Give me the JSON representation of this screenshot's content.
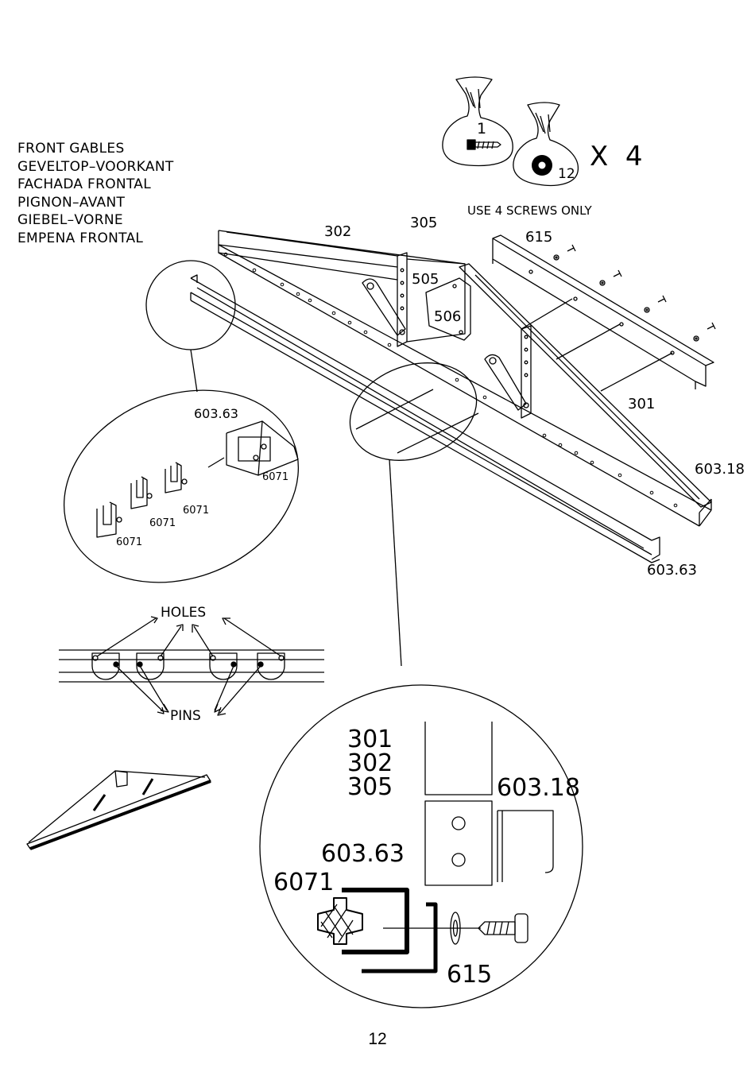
{
  "title_lines": [
    "FRONT GABLES",
    "GEVELTOP–VOORKANT",
    "FACHADA FRONTAL",
    "PIGNON–AVANT",
    "GIEBEL–VORNE",
    "EMPENA FRONTAL"
  ],
  "bags": {
    "bag1_number": "1",
    "bag2_number": "12",
    "multiplier": "X  4",
    "note": "USE 4 SCREWS ONLY"
  },
  "main_parts": {
    "p302": "302",
    "p305": "305",
    "p615": "615",
    "p505": "505",
    "p506": "506",
    "p301": "301",
    "p603_18": "603.18",
    "p603_63": "603.63"
  },
  "inset_clips": {
    "channel": "603.63",
    "clip_a": "6071",
    "clip_b": "6071",
    "clip_c": "6071",
    "clip_d": "6071"
  },
  "holes_pins": {
    "holes": "HOLES",
    "pins": "PINS"
  },
  "section": {
    "l301": "301",
    "l302": "302",
    "l305": "305",
    "l603_18": "603.18",
    "l603_63": "603.63",
    "l6071": "6071",
    "l615": "615"
  },
  "page_number": "12"
}
